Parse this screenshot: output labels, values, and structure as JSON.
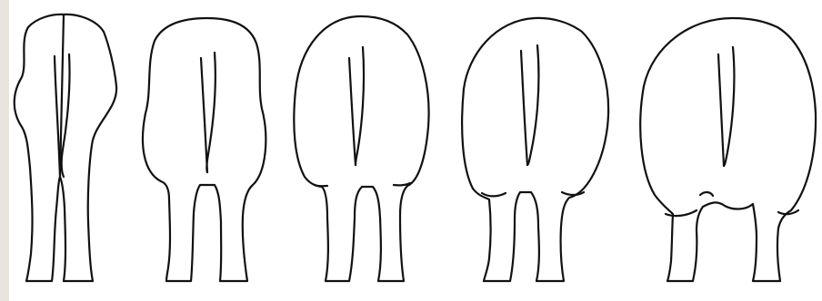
{
  "figure": {
    "panel_count": 5,
    "stroke_color": "#111111",
    "background_color": "#ffffff",
    "edge_color": "#e9e5de",
    "panels": [
      {
        "id": 1,
        "icon": "narrow-hindquarter-icon"
      },
      {
        "id": 2,
        "icon": "moderate-hindquarter-icon"
      },
      {
        "id": 3,
        "icon": "average-hindquarter-icon"
      },
      {
        "id": 4,
        "icon": "wide-hindquarter-icon"
      },
      {
        "id": 5,
        "icon": "very-wide-hindquarter-icon"
      }
    ]
  }
}
